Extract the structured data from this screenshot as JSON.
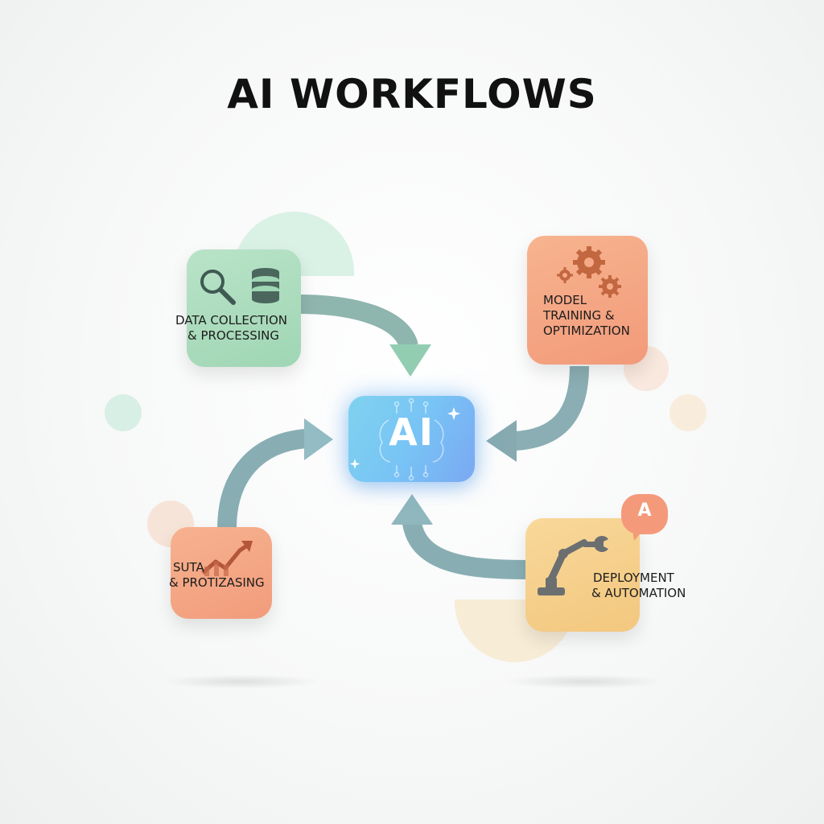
{
  "title": "AI WORKFLOWS",
  "center": {
    "label": "AI"
  },
  "nodes": {
    "data": {
      "line1": "DATA COLLECTION",
      "line2": "& PROCESSING",
      "icons": [
        "search-icon",
        "database-icon"
      ]
    },
    "model": {
      "line1": "MODEL",
      "line2": "TRAINING &",
      "line3": "OPTIMIZATION",
      "icons": [
        "gears-icon"
      ]
    },
    "suta": {
      "line1": "SUTA",
      "line2": "& PROTIZASING",
      "icons": [
        "trend-chart-icon"
      ]
    },
    "deploy": {
      "line1": "DEPLOYMENT",
      "line2": "& AUTOMATION",
      "icons": [
        "robot-arm-icon",
        "wrench-icon"
      ],
      "badge": "A"
    }
  },
  "colors": {
    "green": "#a8dbbb",
    "orange": "#f4a683",
    "yellow": "#f5cf89",
    "blue": "#7cc6f2",
    "arrow": "#86aeb1"
  }
}
